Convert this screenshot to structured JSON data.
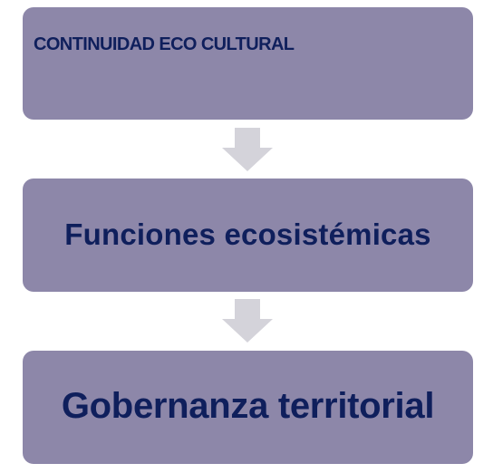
{
  "diagram": {
    "steps": [
      {
        "label": "CONTINUIDAD ECO CULTURAL"
      },
      {
        "label": "Funciones ecosistémicas"
      },
      {
        "label": "Gobernanza territorial"
      }
    ],
    "colors": {
      "box_fill": "#8d87a9",
      "text": "#0f1f5c",
      "arrow": "#d4d3da"
    }
  }
}
